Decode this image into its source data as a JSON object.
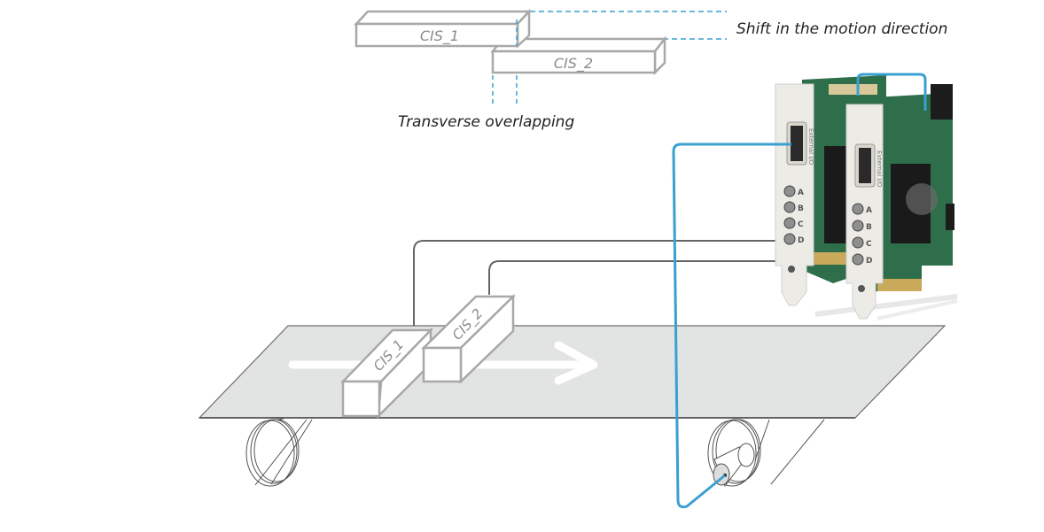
{
  "annotations": {
    "shift_label": "Shift in the motion direction",
    "overlap_label": "Transverse overlapping"
  },
  "top_view": {
    "sensors": [
      {
        "name": "CIS_1"
      },
      {
        "name": "CIS_2"
      }
    ]
  },
  "conveyor": {
    "sensors": [
      {
        "name": "CIS_1"
      },
      {
        "name": "CIS_2"
      }
    ],
    "motion_direction": "right"
  },
  "frame_grabbers": {
    "cards": [
      {
        "panel_text": "External I/O",
        "connector_labels": [
          "A",
          "B",
          "C",
          "D"
        ],
        "led_labels": [
          "A",
          "B",
          "C",
          "D"
        ]
      },
      {
        "panel_text": "External I/O",
        "connector_labels": [
          "A",
          "B",
          "C",
          "D"
        ],
        "led_labels": [
          "A",
          "B",
          "C",
          "D"
        ]
      }
    ]
  },
  "colors": {
    "encoder_cable": "#3aa0cf",
    "dashed_guides": "#3aa0cf",
    "signal_cable": "#666666",
    "sensor_outline": "#a8a8a8",
    "belt_fill": "#e2e3e3",
    "pcb_green": "#2f6e4a",
    "bracket": "#ecebe6"
  }
}
